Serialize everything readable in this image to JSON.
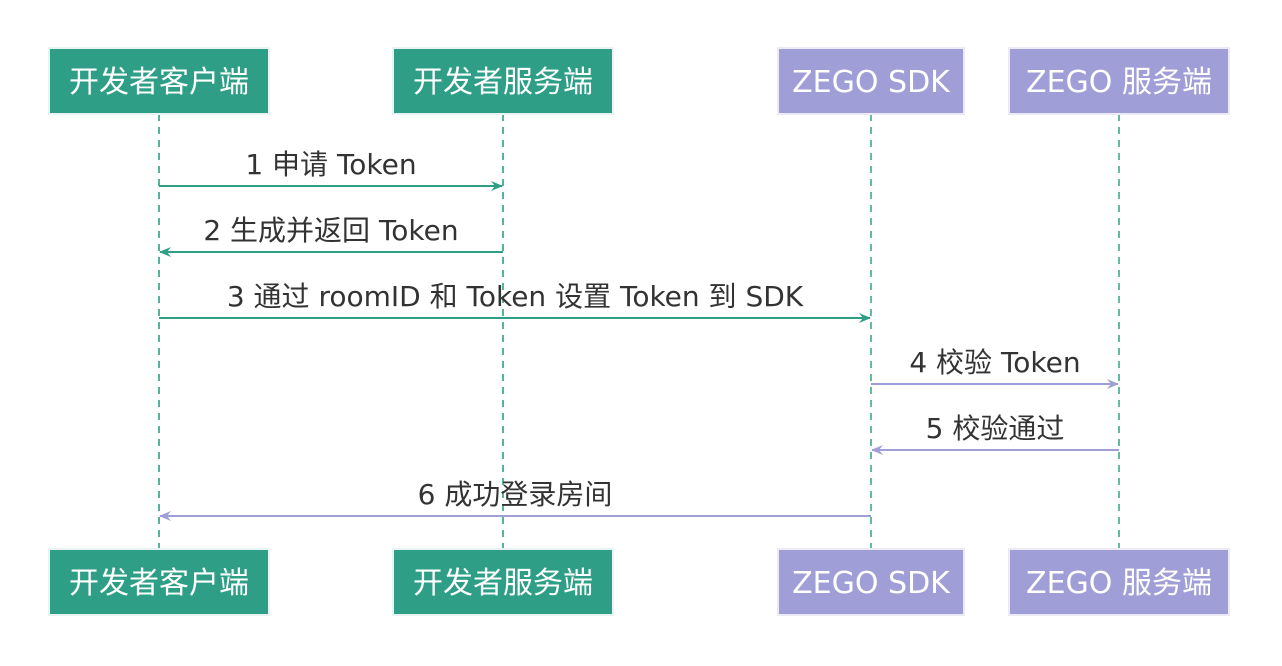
{
  "colors": {
    "teal": "#2E9F86",
    "purple": "#A09ED6",
    "lifeline_teal": "#2E9F86",
    "lifeline_purple": "#5DB8A0",
    "text_dark": "#333333",
    "box_text": "#ffffff"
  },
  "actors": [
    {
      "id": "client",
      "label": "开发者客户端",
      "color": "teal"
    },
    {
      "id": "server",
      "label": "开发者服务端",
      "color": "teal"
    },
    {
      "id": "sdk",
      "label": "ZEGO SDK",
      "color": "purple"
    },
    {
      "id": "zego_server",
      "label": "ZEGO 服务端",
      "color": "purple"
    }
  ],
  "messages": [
    {
      "from": "client",
      "to": "server",
      "label": "1 申请 Token",
      "color": "teal"
    },
    {
      "from": "server",
      "to": "client",
      "label": "2 生成并返回 Token",
      "color": "teal"
    },
    {
      "from": "client",
      "to": "sdk",
      "label": "3 通过 roomID 和 Token 设置 Token 到 SDK",
      "color": "teal"
    },
    {
      "from": "sdk",
      "to": "zego_server",
      "label": "4 校验 Token",
      "color": "purple"
    },
    {
      "from": "zego_server",
      "to": "sdk",
      "label": "5 校验通过",
      "color": "purple"
    },
    {
      "from": "sdk",
      "to": "client",
      "label": "6 成功登录房间",
      "color": "purple"
    }
  ]
}
